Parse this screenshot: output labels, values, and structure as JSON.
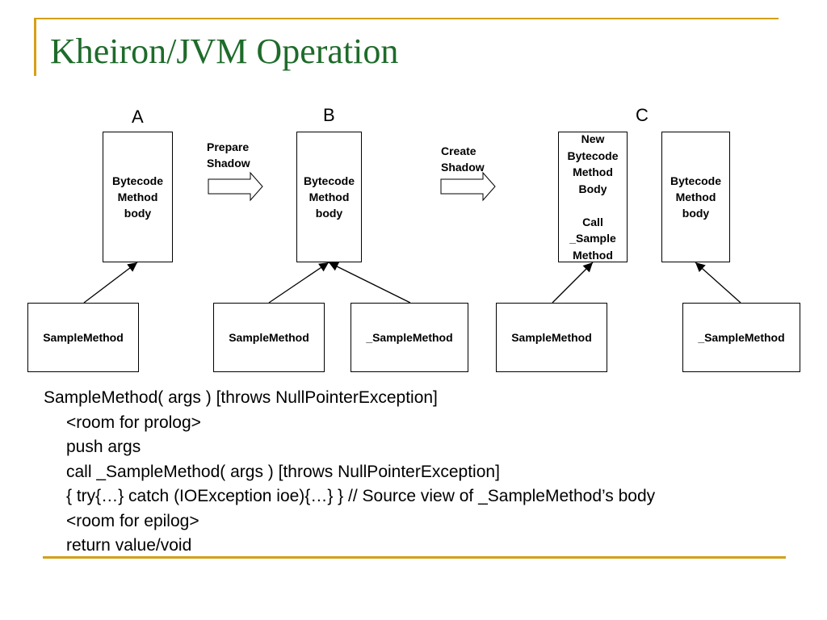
{
  "slide": {
    "title": "Kheiron/JVM Operation"
  },
  "diagram": {
    "columns": {
      "a": "A",
      "b": "B",
      "c": "C"
    },
    "arrows": {
      "prepare_shadow": "Prepare\nShadow",
      "create_shadow": "Create\nShadow"
    },
    "boxes": {
      "a_body": "Bytecode\nMethod\nbody",
      "b_body": "Bytecode\nMethod\nbody",
      "c_new_body": "New\nBytecode\nMethod\nBody\n\nCall\n_Sample\nMethod",
      "c_body": "Bytecode\nMethod\nbody",
      "a_sample": "SampleMethod",
      "b_sample": "SampleMethod",
      "b_shadow": "_SampleMethod",
      "c_sample": "SampleMethod",
      "c_shadow": "_SampleMethod"
    }
  },
  "code": {
    "lines": [
      "SampleMethod( args ) [throws NullPointerException]",
      "<room for prolog>",
      "push args",
      "call _SampleMethod( args ) [throws NullPointerException]",
      "{ try{…} catch (IOException ioe){…} } // Source view of _SampleMethod’s body",
      "<room for epilog>",
      "return value/void"
    ]
  },
  "colors": {
    "title": "#1e6b2a",
    "accent": "#d4a017"
  }
}
